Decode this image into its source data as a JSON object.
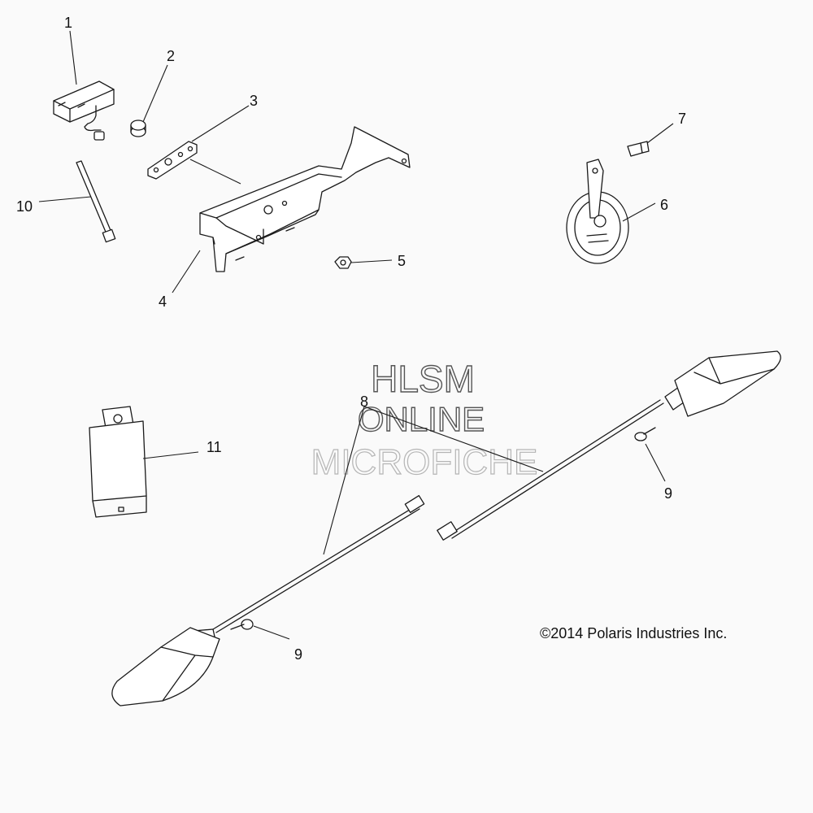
{
  "watermark": {
    "line1": "HLSM",
    "line2": "ONLINE",
    "line3": "MICROFICHE"
  },
  "copyright": "©2014 Polaris Industries Inc.",
  "callouts": [
    "1",
    "2",
    "3",
    "4",
    "5",
    "6",
    "7",
    "8",
    "9",
    "9",
    "10",
    "11"
  ],
  "parts": [
    "tail-light",
    "spacer",
    "mounting-plate",
    "license-bracket",
    "nut",
    "horn",
    "screw",
    "turn-signal-harness",
    "mounting-screw",
    "cable-tie",
    "flasher-relay"
  ]
}
